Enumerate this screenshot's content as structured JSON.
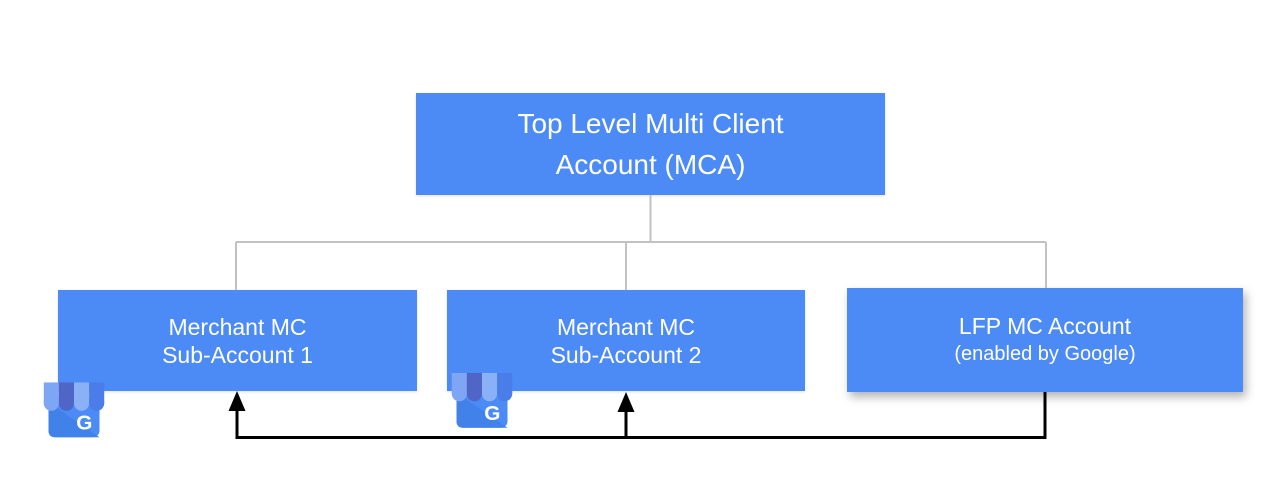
{
  "colors": {
    "canvas_bg": "#FFFFFF",
    "box_fill": "#4C8BF5",
    "box_text": "#FFFFFF",
    "connector_gray": "#C2C2C2",
    "arrow_black": "#000000",
    "icon_body": "#4C8BF5",
    "icon_body_shade": "#4181EA",
    "icon_stripe_light": "#7EA6F4",
    "icon_stripe_dark": "#5066C6",
    "icon_stripe_light2": "#8AB0F6",
    "icon_stripe_blue": "#4A7DE8"
  },
  "nodes": {
    "mca": {
      "line1": "Top Level Multi Client",
      "line2": "Account (MCA)"
    },
    "sub1": {
      "line1": "Merchant MC",
      "line2": "Sub-Account 1"
    },
    "sub2": {
      "line1": "Merchant MC",
      "line2": "Sub-Account 2"
    },
    "lfp": {
      "line1": "LFP MC Account",
      "line2": "(enabled by Google)"
    }
  },
  "icons": {
    "business_letter": "G"
  }
}
